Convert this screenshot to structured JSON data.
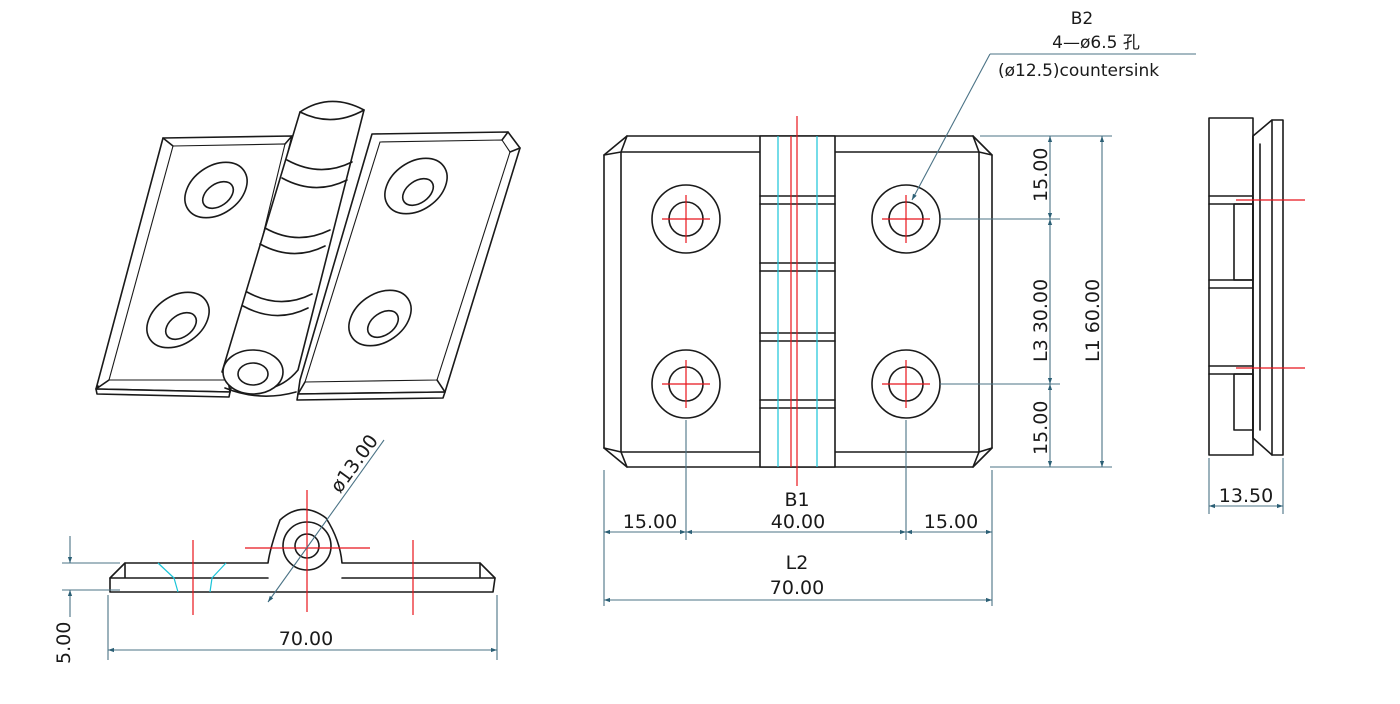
{
  "isometric_view": {},
  "side_view": {
    "dia_pin": "ø13.00",
    "thickness": "5.00",
    "width": "70.00"
  },
  "front_view": {
    "callout_b2": "B2",
    "callout_holes": "4—ø6.5 孔",
    "callout_countersink": "(ø12.5)countersink",
    "top_margin": "15.00",
    "l3_spacing": "L3 30.00",
    "bottom_margin": "15.00",
    "l1_height": "L1 60.00",
    "left_margin": "15.00",
    "b1_label": "B1",
    "b1_spacing": "40.00",
    "right_margin": "15.00",
    "l2_label": "L2",
    "l2_width": "70.00"
  },
  "end_view": {
    "thickness": "13.50"
  }
}
